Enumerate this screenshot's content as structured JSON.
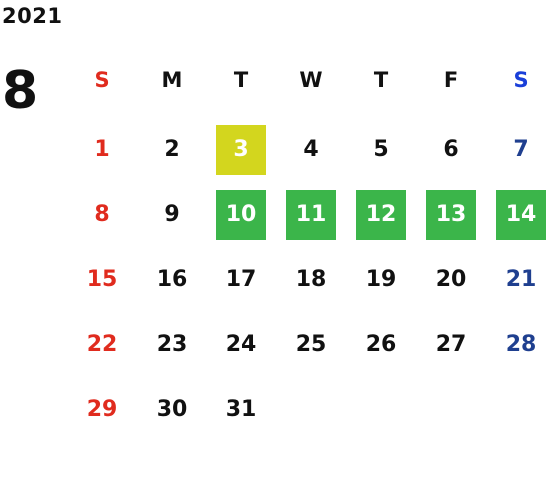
{
  "year": "2021",
  "month": "8",
  "weekdays": [
    "S",
    "M",
    "T",
    "W",
    "T",
    "F",
    "S"
  ],
  "days": [
    "1",
    "2",
    "3",
    "4",
    "5",
    "6",
    "7",
    "8",
    "9",
    "10",
    "11",
    "12",
    "13",
    "14",
    "15",
    "16",
    "17",
    "18",
    "19",
    "20",
    "21",
    "22",
    "23",
    "24",
    "25",
    "26",
    "27",
    "28",
    "29",
    "30",
    "31"
  ],
  "first_weekday_index": 0,
  "highlighted_today": "3",
  "highlighted_range": [
    "10",
    "11",
    "12",
    "13",
    "14"
  ],
  "colors": {
    "sunday": "#e02b1e",
    "saturday_header": "#1a3fd9",
    "saturday": "#1f3f8f",
    "today_bg": "#d3d61e",
    "range_bg": "#3bb54a",
    "default_text": "#111111"
  }
}
